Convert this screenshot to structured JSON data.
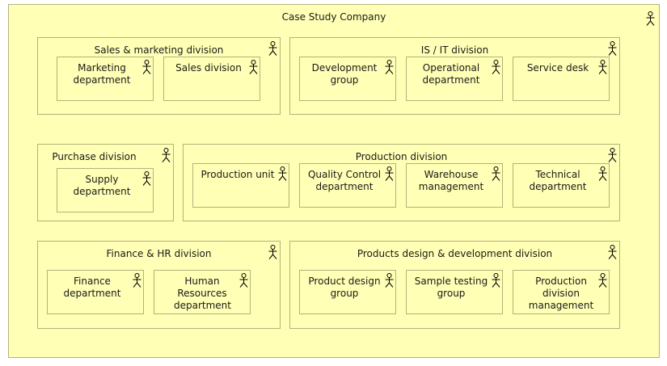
{
  "company": {
    "title": "Case Study Company",
    "divisions": {
      "sales_marketing": {
        "title": "Sales & marketing division",
        "units": [
          "Marketing department",
          "Sales division"
        ]
      },
      "is_it": {
        "title": "IS / IT division",
        "units": [
          "Development group",
          "Operational department",
          "Service desk"
        ]
      },
      "purchase": {
        "title": "Purchase division",
        "units": [
          "Supply department"
        ]
      },
      "production": {
        "title": "Production division",
        "units": [
          "Production unit",
          "Quality Control department",
          "Warehouse management",
          "Technical department"
        ]
      },
      "finance_hr": {
        "title": "Finance & HR division",
        "units": [
          "Finance department",
          "Human Resources department"
        ]
      },
      "products_design": {
        "title": "Products design & development division",
        "units": [
          "Product design group",
          "Sample testing group",
          "Production division management"
        ]
      }
    }
  },
  "colors": {
    "fill": "#ffffb5",
    "border": "#b3b37a",
    "icon": "#000000"
  },
  "icon": "business-actor-icon"
}
